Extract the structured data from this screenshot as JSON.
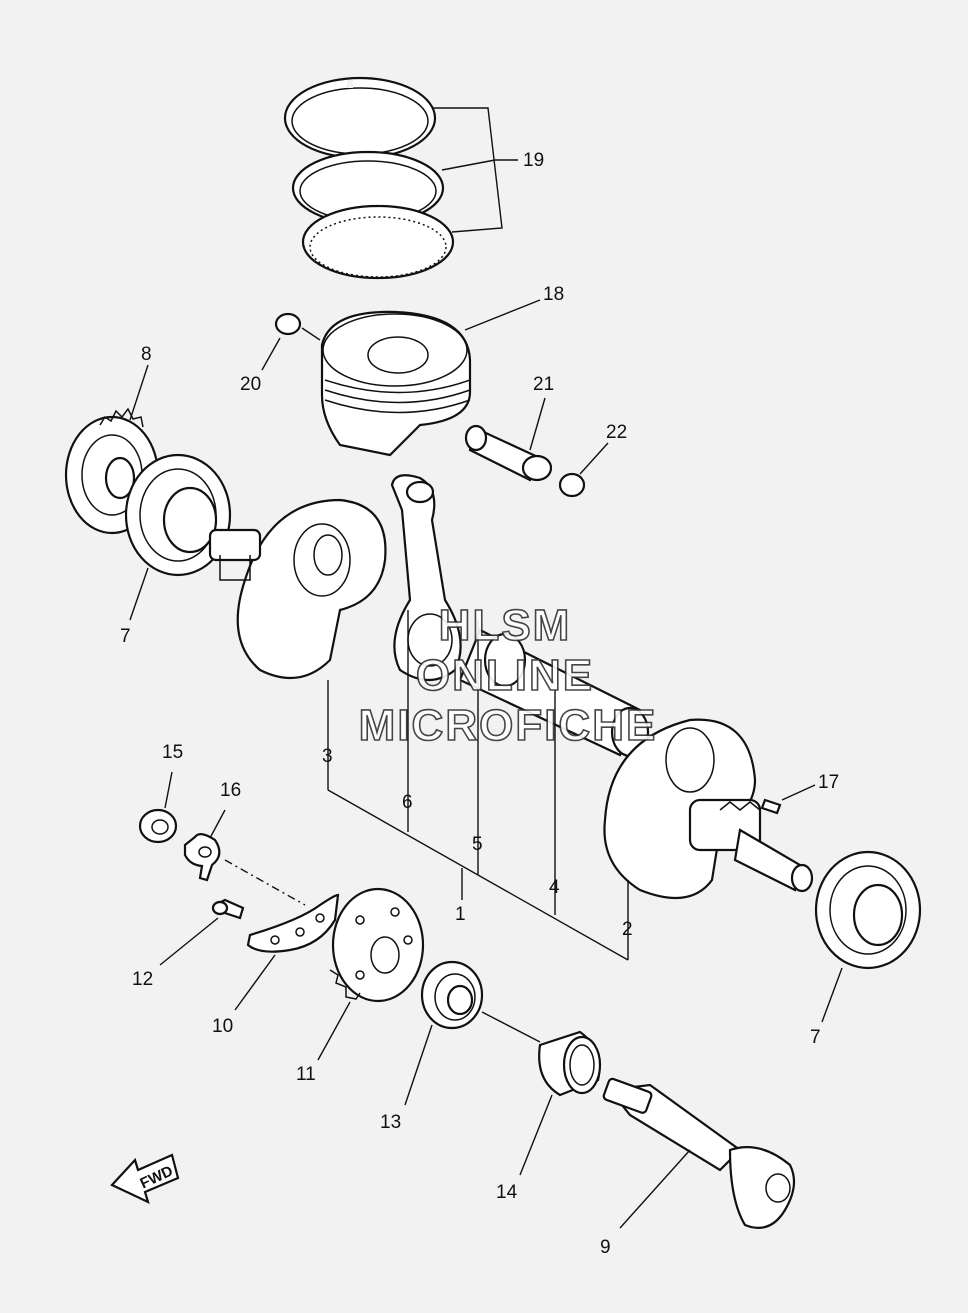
{
  "callouts": [
    {
      "id": "c1",
      "text": "1"
    },
    {
      "id": "c2",
      "text": "2"
    },
    {
      "id": "c3",
      "text": "3"
    },
    {
      "id": "c4",
      "text": "4"
    },
    {
      "id": "c5",
      "text": "5"
    },
    {
      "id": "c6",
      "text": "6"
    },
    {
      "id": "c7a",
      "text": "7"
    },
    {
      "id": "c7b",
      "text": "7"
    },
    {
      "id": "c8",
      "text": "8"
    },
    {
      "id": "c9",
      "text": "9"
    },
    {
      "id": "c10",
      "text": "10"
    },
    {
      "id": "c11",
      "text": "11"
    },
    {
      "id": "c12",
      "text": "12"
    },
    {
      "id": "c13",
      "text": "13"
    },
    {
      "id": "c14",
      "text": "14"
    },
    {
      "id": "c15",
      "text": "15"
    },
    {
      "id": "c16",
      "text": "16"
    },
    {
      "id": "c17",
      "text": "17"
    },
    {
      "id": "c18",
      "text": "18"
    },
    {
      "id": "c19",
      "text": "19"
    },
    {
      "id": "c20",
      "text": "20"
    },
    {
      "id": "c21",
      "text": "21"
    },
    {
      "id": "c22",
      "text": "22"
    }
  ],
  "watermark": {
    "line1": "HLSM",
    "line2": "ONLINE",
    "line3": "MICROFICHE"
  },
  "direction_arrow": {
    "text": "FWD",
    "icon": "fwd-arrow-icon"
  }
}
